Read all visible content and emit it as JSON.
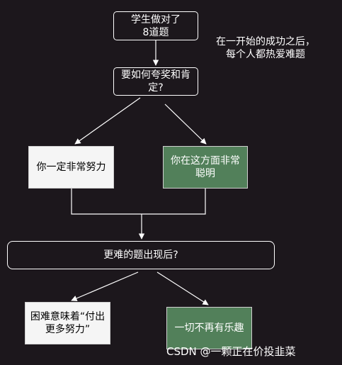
{
  "nodes": {
    "start": "学生做对了\n8道题",
    "question": "要如何夸奖和肯\n定?",
    "effort": "你一定非常努力",
    "smart": "你在这方面非常\n聪明",
    "harder": "更难的题出现后?",
    "effort_result": "困难意味着“付出\n更多努力”",
    "smart_result": "一切不再有乐趣"
  },
  "annotation": "在一开始的成功之后，\n每个人都热爱难题",
  "watermark": "CSDN @一颗正在价投韭菜",
  "colors": {
    "background": "#1c171c",
    "line": "#ffffff",
    "green_box": "#52805a",
    "light_box": "#f5f5f5"
  }
}
